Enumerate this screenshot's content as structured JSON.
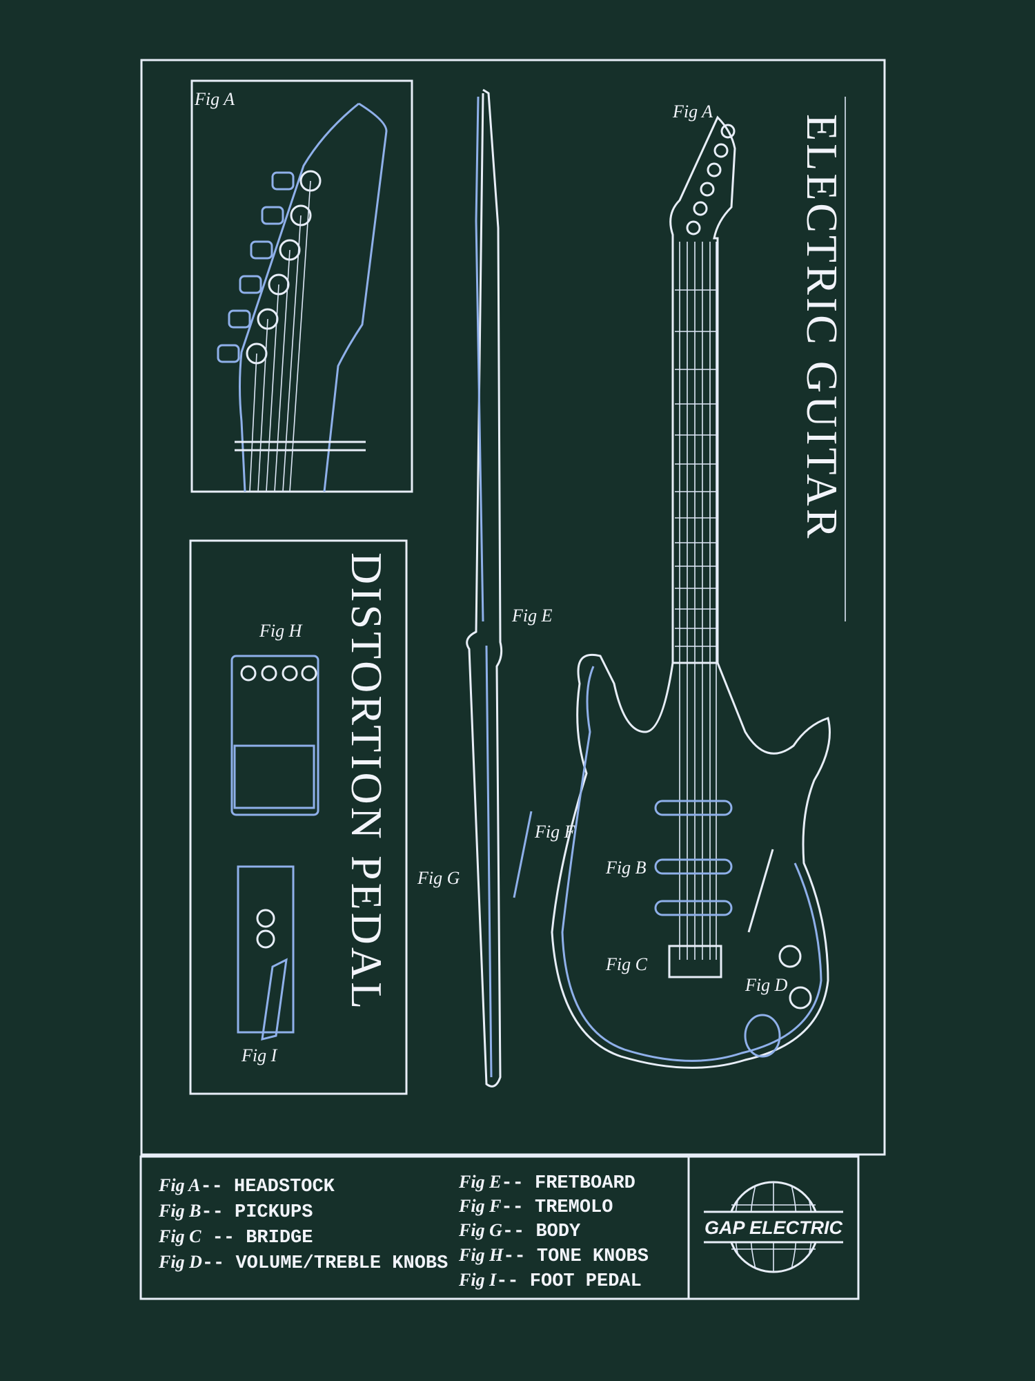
{
  "titles": {
    "guitar": "ELECTRIC GUITAR",
    "pedal": "DISTORTION PEDAL"
  },
  "figure_labels": {
    "headstock_box": "Fig A",
    "guitar_headstock": "Fig A",
    "pickups": "Fig B",
    "bridge": "Fig C",
    "knobs": "Fig D",
    "fretboard": "Fig E",
    "tremolo": "Fig F",
    "body": "Fig G",
    "tone_knobs": "Fig H",
    "foot_pedal": "Fig I"
  },
  "legend": {
    "column1": [
      {
        "fig": "Fig A",
        "desc": "-- HEADSTOCK"
      },
      {
        "fig": "Fig B",
        "desc": "-- PICKUPS"
      },
      {
        "fig": "Fig C",
        "desc": " -- BRIDGE"
      },
      {
        "fig": "Fig D",
        "desc": "-- VOLUME/TREBLE KNOBS"
      }
    ],
    "column2": [
      {
        "fig": "Fig E",
        "desc": "-- FRETBOARD"
      },
      {
        "fig": "Fig F",
        "desc": "-- TREMOLO"
      },
      {
        "fig": "Fig G",
        "desc": "-- BODY"
      },
      {
        "fig": "Fig H",
        "desc": "-- TONE  KNOBS"
      },
      {
        "fig": "Fig I",
        "desc": "-- FOOT  PEDAL"
      }
    ]
  },
  "logo": {
    "text": "GAP ELECTRIC"
  },
  "colors": {
    "background": "#16302a",
    "line": "#e8eef8",
    "accent": "#8fb0ea"
  }
}
